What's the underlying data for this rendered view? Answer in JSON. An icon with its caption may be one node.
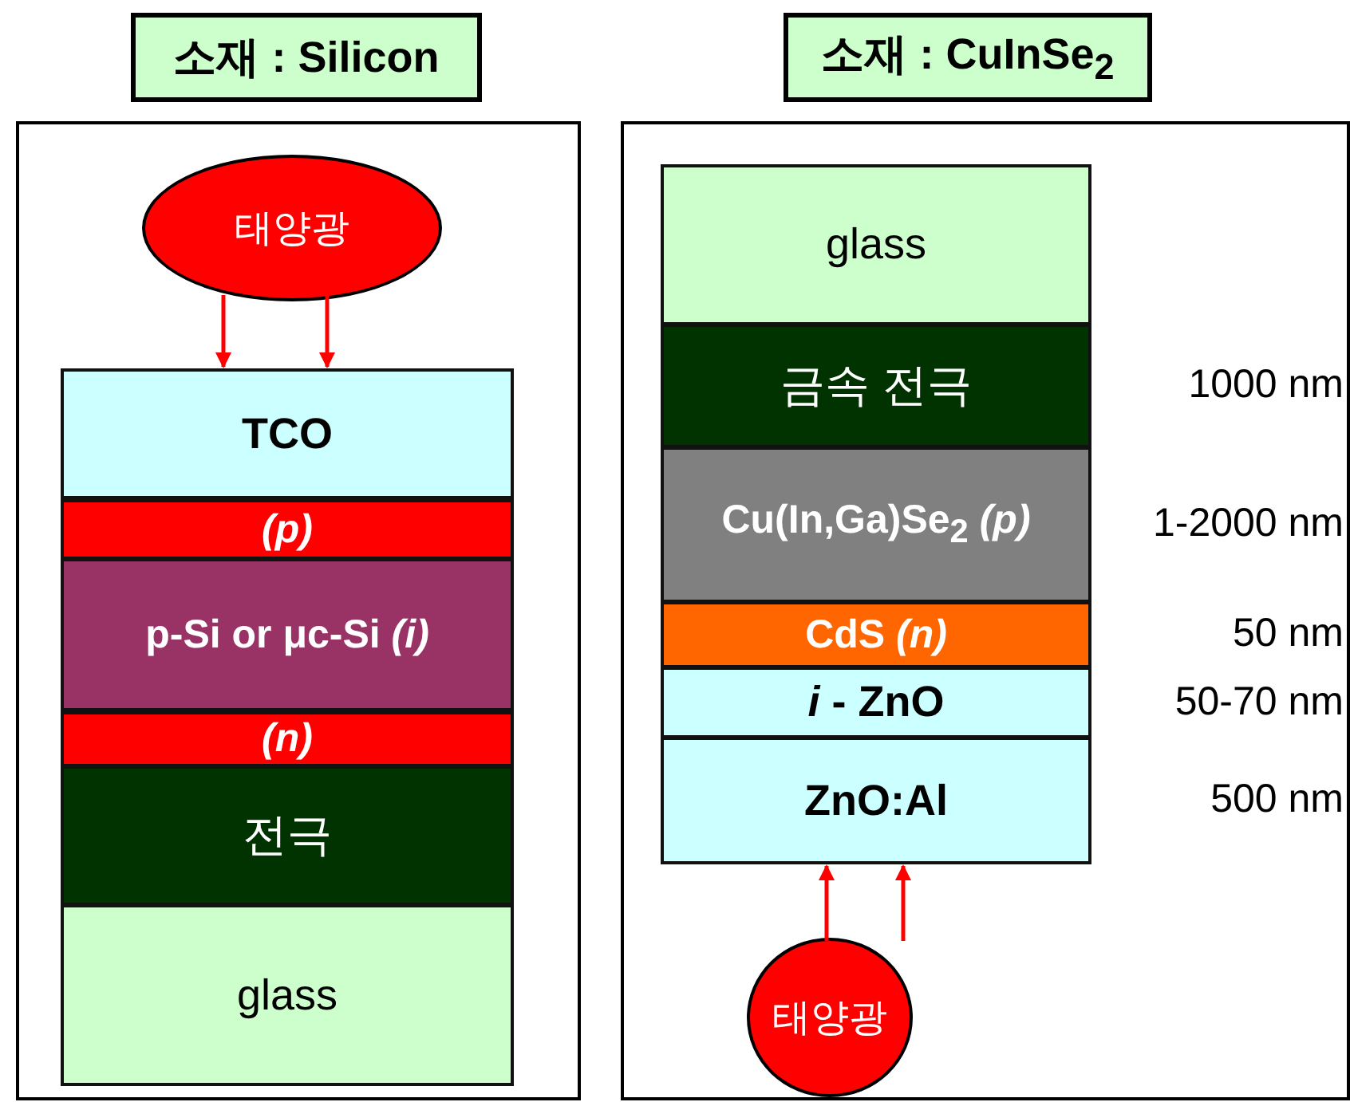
{
  "diagram": {
    "nodes": [
      {
        "text": [
          "소재 : Silicon"
        ]
      },
      {
        "text": [
          "소재 : CuInSe$_{2}$"
        ]
      },
      {
        "text": [],
        "shape": "box"
      },
      {
        "text": [
          "태양광"
        ],
        "in": 2
      },
      {
        "text": [
          "TCO"
        ],
        "in": 2
      },
      {
        "text": [
          "(p)"
        ],
        "in": 2
      },
      {
        "text": [
          "p-Si or μc-Si *(i)*"
        ],
        "in": 2
      },
      {
        "text": [
          "(n)"
        ],
        "in": 2
      },
      {
        "text": [
          "전극"
        ],
        "in": 2
      },
      {
        "text": [
          "glass"
        ],
        "in": 2
      },
      {
        "text": [],
        "shape": "box"
      },
      {
        "text": [
          "glass"
        ],
        "in": 10
      },
      {
        "text": [
          "금속 전극"
        ],
        "in": 10,
        "beside": [
          "1000 nm"
        ]
      },
      {
        "text": [
          "Cu(In,Ga)Se$_{2}$ *(p)*"
        ],
        "in": 10,
        "beside": [
          "1-2000 nm"
        ]
      },
      {
        "text": [
          "CdS *(n)*"
        ],
        "in": 10,
        "beside": [
          "50 nm"
        ]
      },
      {
        "text": [
          "*i* - ZnO"
        ],
        "in": 10,
        "beside": [
          "50-70 nm"
        ]
      },
      {
        "text": [
          "ZnO:Al"
        ],
        "in": 10,
        "beside": [
          "500 nm"
        ]
      },
      {
        "text": [
          "태양광"
        ],
        "in": 10
      }
    ],
    "edges": [
      {
        "from": 3,
        "to": 4,
        "arrow": "to"
      },
      {
        "from": 3,
        "to": 4,
        "arrow": "to"
      },
      {
        "from": 17,
        "to": 16,
        "arrow": "to"
      },
      {
        "from": 17,
        "to": 16,
        "arrow": "to"
      }
    ]
  }
}
